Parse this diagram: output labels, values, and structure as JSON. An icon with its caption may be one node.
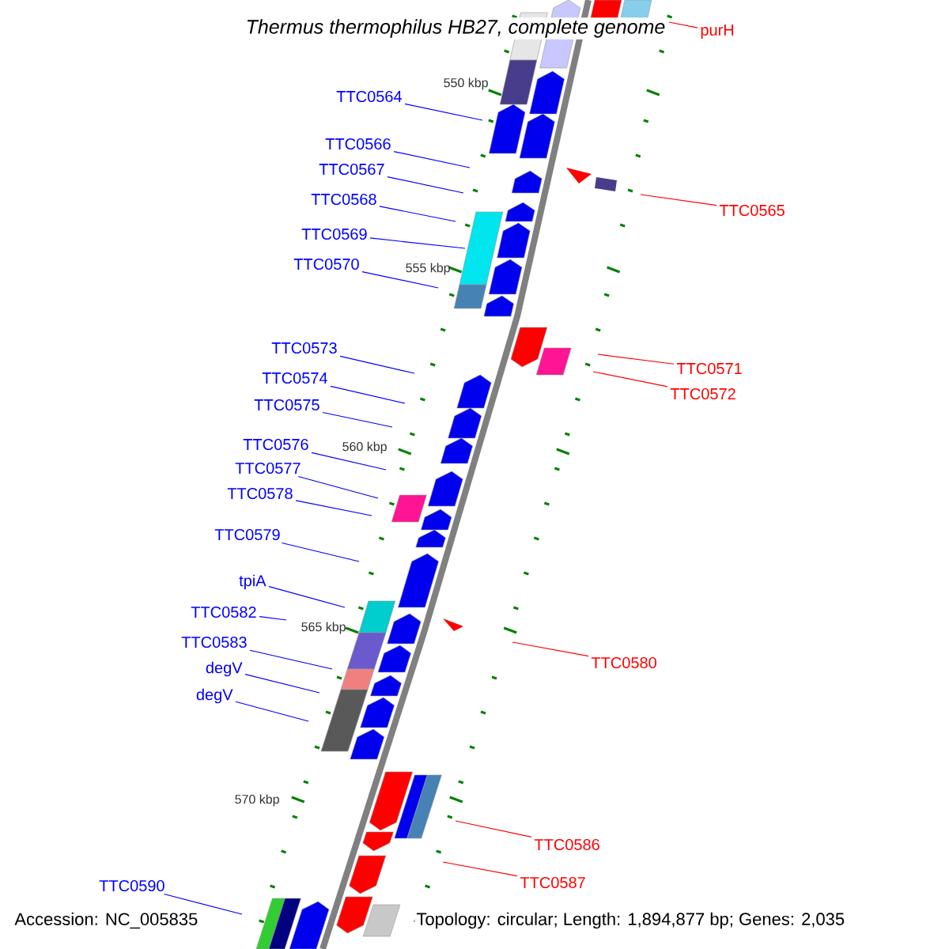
{
  "diagram": {
    "title": "Thermus thermophilus HB27, complete genome",
    "nodes": [
      {
        "text": [
          "purH"
        ]
      },
      {
        "text": [
          "TTC0564"
        ]
      },
      {
        "text": [
          "TTC0566"
        ]
      },
      {
        "text": [
          "TTC0567"
        ]
      },
      {
        "text": [
          "TTC0568"
        ]
      },
      {
        "text": [
          "TTC0565"
        ]
      },
      {
        "text": [
          "TTC0569"
        ]
      },
      {
        "text": [
          "TTC0570"
        ]
      },
      {
        "text": [
          "TTC0573"
        ]
      },
      {
        "text": [
          "TTC0571"
        ]
      },
      {
        "text": [
          "TTC0572"
        ]
      },
      {
        "text": [
          "TTC0574"
        ]
      },
      {
        "text": [
          "TTC0575"
        ]
      },
      {
        "text": [
          "TTC0576"
        ]
      },
      {
        "text": [
          "TTC0577"
        ]
      },
      {
        "text": [
          "TTC0578"
        ]
      },
      {
        "text": [
          "TTC0579"
        ]
      },
      {
        "text": [
          "tpiA"
        ]
      },
      {
        "text": [
          "TTC0582"
        ]
      },
      {
        "text": [
          "TTC0583"
        ]
      },
      {
        "text": [
          "TTC0580"
        ]
      },
      {
        "text": [
          "degV"
        ]
      },
      {
        "text": [
          "degV"
        ]
      },
      {
        "text": [
          "TTC0586"
        ]
      },
      {
        "text": [
          "TTC0587"
        ]
      },
      {
        "text": [
          "TTC0590"
        ]
      }
    ],
    "edges": [
      {
        "from": 0,
        "to": null,
        "arrow": "none",
        "color": "#ff0000"
      },
      {
        "from": 1,
        "to": null,
        "arrow": "none"
      },
      {
        "from": 2,
        "to": null,
        "arrow": "none"
      },
      {
        "from": 3,
        "to": null,
        "arrow": "none"
      },
      {
        "from": 4,
        "to": null,
        "arrow": "none"
      },
      {
        "from": 5,
        "to": null,
        "arrow": "none",
        "color": "#ff0000"
      },
      {
        "from": 6,
        "to": null,
        "arrow": "none"
      },
      {
        "from": 7,
        "to": null,
        "arrow": "none"
      },
      {
        "from": 8,
        "to": null,
        "arrow": "none"
      },
      {
        "from": 9,
        "to": null,
        "arrow": "none",
        "color": "#ff0000"
      },
      {
        "from": 10,
        "to": null,
        "arrow": "none",
        "color": "#ff0000"
      },
      {
        "from": 11,
        "to": null,
        "arrow": "none"
      },
      {
        "from": 12,
        "to": null,
        "arrow": "none"
      },
      {
        "from": 13,
        "to": null,
        "arrow": "none"
      },
      {
        "from": 14,
        "to": null,
        "arrow": "none"
      },
      {
        "from": 15,
        "to": null,
        "arrow": "none"
      },
      {
        "from": 16,
        "to": null,
        "arrow": "none"
      },
      {
        "from": 17,
        "to": null,
        "arrow": "none"
      },
      {
        "from": 18,
        "to": null,
        "arrow": "none"
      },
      {
        "from": 19,
        "to": null,
        "arrow": "none"
      },
      {
        "from": 20,
        "to": null,
        "arrow": "none",
        "color": "#ff0000"
      },
      {
        "from": 21,
        "to": null,
        "arrow": "none"
      },
      {
        "from": 22,
        "to": null,
        "arrow": "none"
      },
      {
        "from": 23,
        "to": null,
        "arrow": "none",
        "color": "#ff0000"
      },
      {
        "from": 24,
        "to": null,
        "arrow": "none",
        "color": "#ff0000"
      },
      {
        "from": 25,
        "to": null,
        "arrow": "none"
      }
    ],
    "labels": [
      "550 kbp",
      "555 kbp",
      "560 kbp",
      "565 kbp",
      "570 kbp",
      "Accession: NC_005835",
      "Topology: circular; Length: 1,894,877 bp; Genes: 2,035"
    ]
  }
}
